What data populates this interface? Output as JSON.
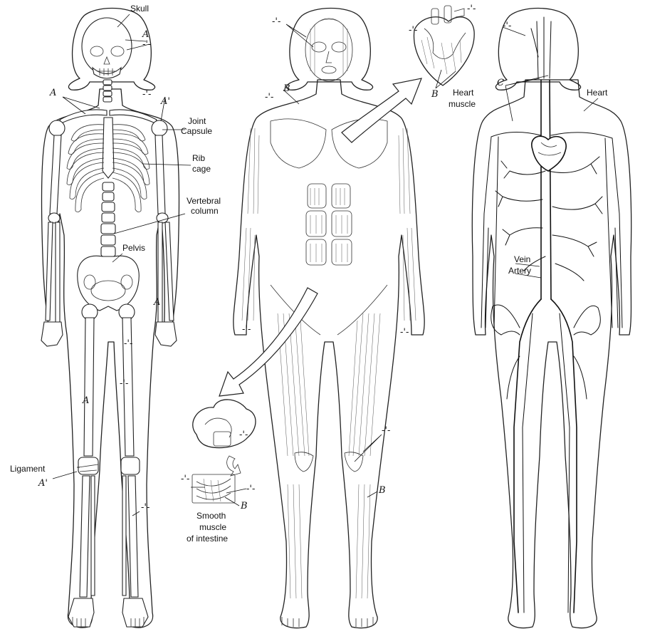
{
  "skeleton": {
    "skull": "Skull",
    "joint_capsule_1": "Joint",
    "joint_capsule_2": "Capsule",
    "rib_cage_1": "Rib",
    "rib_cage_2": "cage",
    "vertebral_1": "Vertebral",
    "vertebral_2": "column",
    "pelvis": "Pelvis",
    "ligament": "Ligament",
    "marker_a": "A",
    "marker_a_prime": "A'"
  },
  "muscles": {
    "marker_b": "B",
    "heart_muscle_1": "Heart",
    "heart_muscle_2": "muscle",
    "smooth_1": "Smooth",
    "smooth_2": "muscle",
    "smooth_3": "of intestine"
  },
  "circulatory": {
    "marker_c": "C",
    "heart": "Heart",
    "vein": "Vein",
    "artery": "Artery"
  },
  "note_marker": "-'-"
}
